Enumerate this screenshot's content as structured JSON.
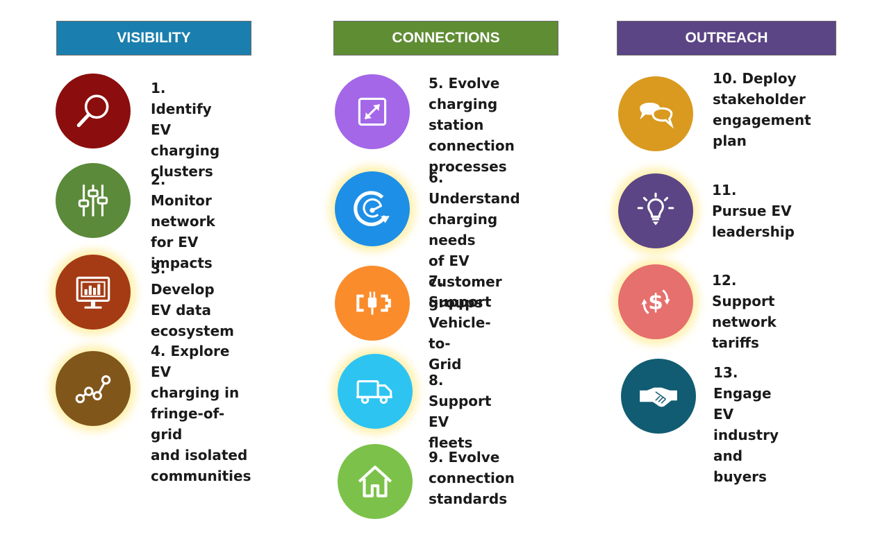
{
  "headers": {
    "visibility": {
      "label": "VISIBILITY",
      "color": "#1a7fae"
    },
    "connections": {
      "label": "CONNECTIONS",
      "color": "#5f8d34"
    },
    "outreach": {
      "label": "OUTREACH",
      "color": "#5b4585"
    }
  },
  "items": [
    {
      "id": "1",
      "text": "1. Identify\nEV charging\nclusters",
      "icon": "magnifier-icon",
      "color": "#8b0d0d"
    },
    {
      "id": "2",
      "text": "2. Monitor\nnetwork for EV\nimpacts",
      "icon": "sliders-icon",
      "color": "#5b8a3a"
    },
    {
      "id": "3",
      "text": "3. Develop\nEV data\necosystem",
      "icon": "monitor-chart-icon",
      "color": "#a43b14"
    },
    {
      "id": "4",
      "text": "4. Explore EV\ncharging in\nfringe-of-grid\nand isolated\ncommunities",
      "icon": "network-nodes-icon",
      "color": "#80561b"
    },
    {
      "id": "5",
      "text": "5. Evolve\ncharging station\nconnection\nprocesses",
      "icon": "expand-arrows-icon",
      "color": "#a367e8"
    },
    {
      "id": "6",
      "text": "6. Understand\ncharging needs\nof EV customer\ngroups",
      "icon": "speedometer-icon",
      "color": "#1e8fe6"
    },
    {
      "id": "7",
      "text": "7. Support\nVehicle-to-\nGrid",
      "icon": "plug-battery-icon",
      "color": "#fa8c2c"
    },
    {
      "id": "8",
      "text": "8. Support\nEV fleets",
      "icon": "truck-icon",
      "color": "#2ec4f2"
    },
    {
      "id": "9",
      "text": "9. Evolve\nconnection\nstandards",
      "icon": "house-icon",
      "color": "#7cc24a"
    },
    {
      "id": "10",
      "text": "10. Deploy\nstakeholder\nengagement\nplan",
      "icon": "speech-bubbles-icon",
      "color": "#d99a1f"
    },
    {
      "id": "11",
      "text": "11. Pursue EV\nleadership",
      "icon": "lightbulb-icon",
      "color": "#5b4585"
    },
    {
      "id": "12",
      "text": "12. Support\nnetwork tariffs",
      "icon": "dollar-cycle-icon",
      "color": "#e5706d"
    },
    {
      "id": "13",
      "text": "13. Engage\nEV industry\nand buyers",
      "icon": "handshake-icon",
      "color": "#115c72"
    }
  ]
}
